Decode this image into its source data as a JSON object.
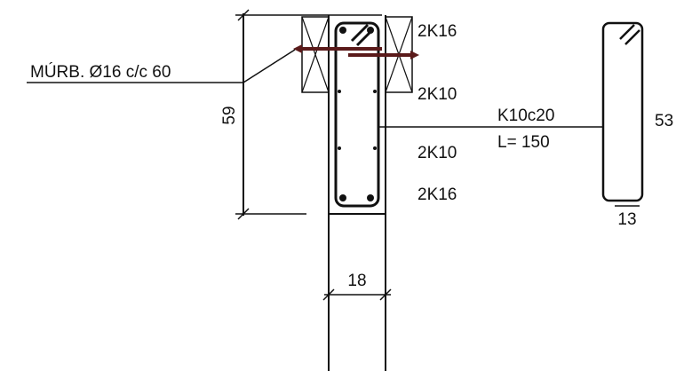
{
  "diagram": {
    "anchor_label": "MÚRB. Ø16 c/c 60",
    "rebar_top": "2K16",
    "rebar_mid_upper": "2K10",
    "rebar_mid_lower": "2K10",
    "rebar_bottom": "2K16",
    "stirrup_spec": "K10c20",
    "stirrup_length": "L= 150",
    "height_dim": "59",
    "width_dim": "18",
    "stirrup_height_dim": "53",
    "stirrup_width_dim": "13"
  },
  "colors": {
    "ink": "#111111",
    "anchor_bar": "#5a1a1a"
  }
}
